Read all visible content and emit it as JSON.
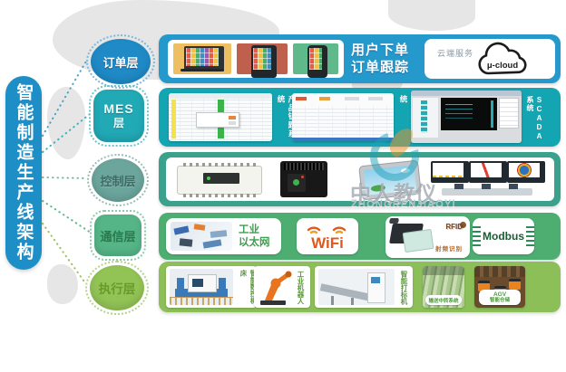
{
  "title": "智能制造生产线架构",
  "layer_labels": {
    "order": "订单层",
    "mes_line1": "MES",
    "mes_line2": "层",
    "control": "控制层",
    "comm": "通信层",
    "exec": "执行层"
  },
  "order_band": {
    "caption_line1": "用户下单",
    "caption_line2": "订单跟踪",
    "cloud_service": "云端服务",
    "cloud_name": "μ-cloud"
  },
  "mes_band": {
    "system1": "产品钥匙系统",
    "system2": "工序控制系统",
    "system3": "SCADA系统"
  },
  "comm_band": {
    "ethernet_line1": "工业",
    "ethernet_line2": "以太网",
    "wifi": "WiFi",
    "rfid_logo": "RFID",
    "rfid_caption": "射频识别",
    "modbus": "Modbus"
  },
  "exec_band": {
    "cnc": "智能数控机床",
    "robot": "工业机器人",
    "marker": "智能打标机",
    "conveyor": "输送中转系统",
    "agv_line1": "AGV",
    "agv_line2": "智能仓储"
  },
  "watermark": {
    "cn": "中人教仪",
    "en": "ZHONGRENJIAOYI"
  },
  "colors": {
    "order_label": "#1f8ac6",
    "order_band": "#2599cc",
    "mes_label": "#21a9b6",
    "mes_band": "#14a5b2",
    "control_label": "#6ba59c",
    "control_band": "#3aa18d",
    "comm_label": "#55b587",
    "comm_band": "#4eae72",
    "exec_label": "#92c355",
    "exec_band": "#8cbf57",
    "title_bar": "#1d8ec6"
  }
}
